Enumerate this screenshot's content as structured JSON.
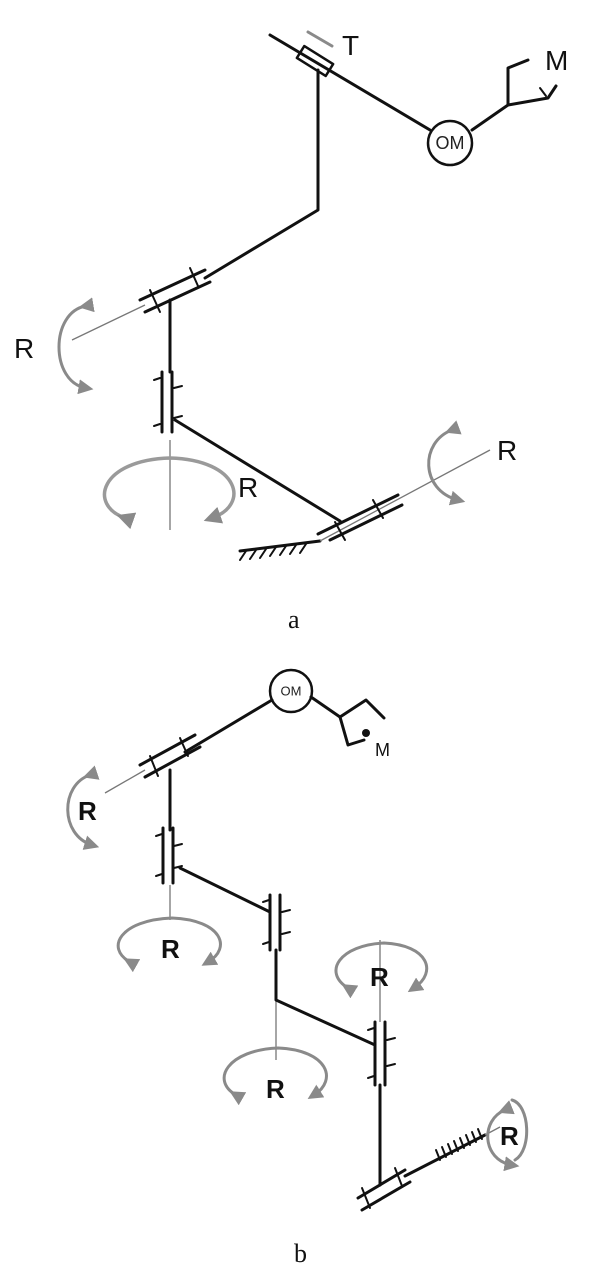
{
  "diagram_a": {
    "caption": "a",
    "labels": {
      "tool": "T",
      "manipulated_object": "M",
      "end_module": "OM",
      "rotation": "R"
    }
  },
  "diagram_b": {
    "caption": "b",
    "labels": {
      "manipulated_object": "M",
      "end_module": "OM",
      "rotation": "R"
    }
  }
}
